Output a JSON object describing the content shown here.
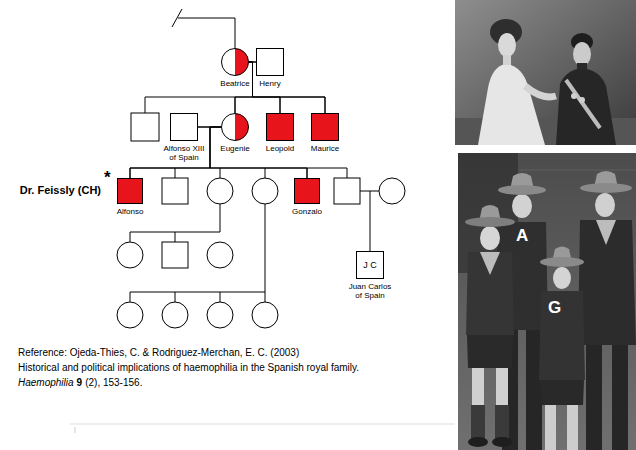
{
  "diagram": {
    "nodes": [
      {
        "text": [
          "Beatrice"
        ]
      },
      {
        "text": [
          "Henry"
        ]
      },
      {
        "text": [
          "Alfonso XIII of Spain"
        ]
      },
      {
        "text": [
          "Eugenie"
        ]
      },
      {
        "text": [
          "Leopold"
        ]
      },
      {
        "text": [
          "Maurice"
        ]
      },
      {
        "text": [
          "Alfonso"
        ]
      },
      {
        "text": [
          "Gonzalo"
        ]
      },
      {
        "text": [
          "J C",
          "Juan Carlos of Spain"
        ]
      }
    ],
    "edges": [
      {
        "from": 0,
        "to": 1,
        "arrow": "none"
      },
      {
        "from": 2,
        "to": 3,
        "arrow": "none"
      },
      {
        "from": 0,
        "to": 3,
        "arrow": "none"
      },
      {
        "from": 0,
        "to": 4,
        "arrow": "none"
      },
      {
        "from": 0,
        "to": 5,
        "arrow": "none"
      },
      {
        "from": 3,
        "to": 6,
        "arrow": "none"
      },
      {
        "from": 3,
        "to": 7,
        "arrow": "none"
      }
    ],
    "labels": [
      "*",
      "Dr. Feissly (CH)",
      "Reference: Ojeda-Thies, C. & Rodriguez-Merchan, E. C. (2003)",
      "Historical and political implications of haemophilia in the Spanish royal family.",
      "Haemophilia",
      "9",
      "(2), 153-156.",
      "A",
      "G"
    ]
  }
}
